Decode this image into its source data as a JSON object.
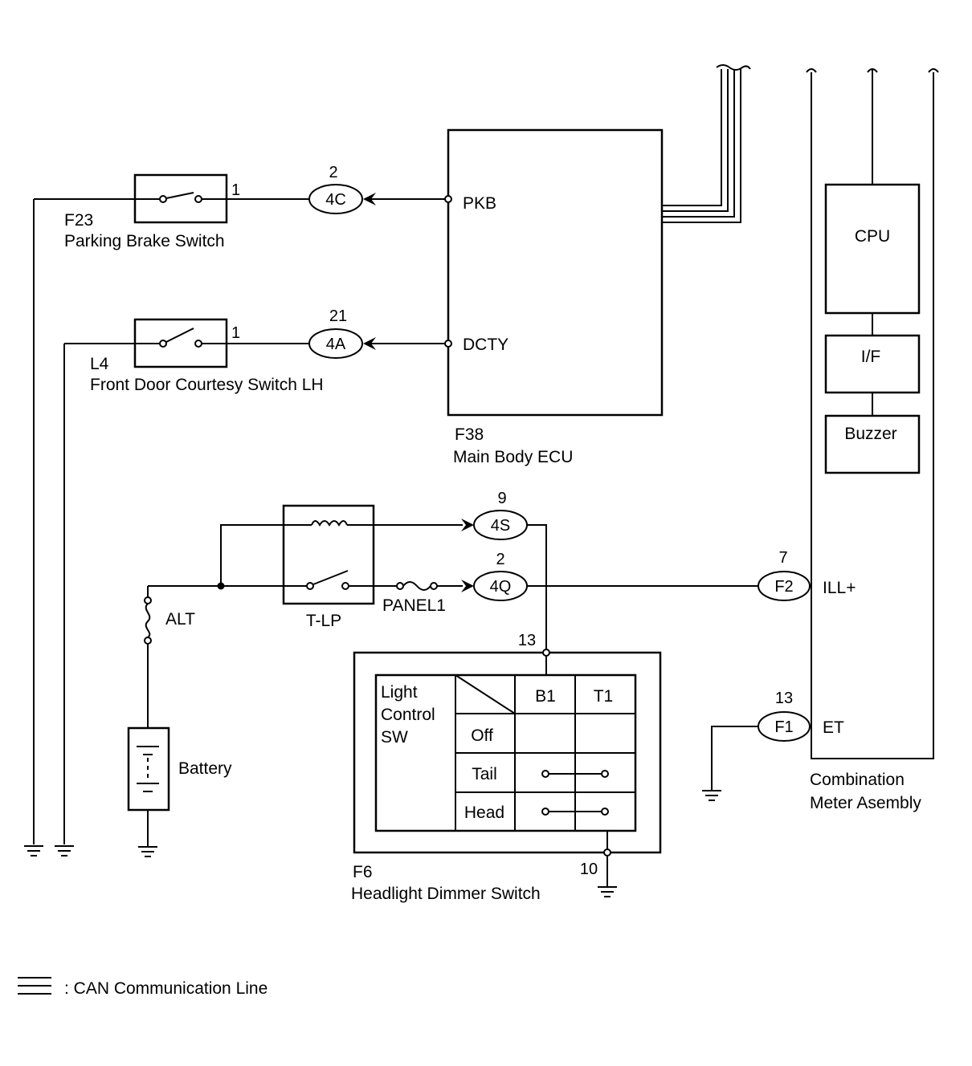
{
  "ecu": {
    "code": "F38",
    "name": "Main Body ECU",
    "pin_pkb": "PKB",
    "pin_dcty": "DCTY"
  },
  "parking_brake": {
    "code": "F23",
    "name": "Parking Brake Switch",
    "pin": "1",
    "conn_pin": "2",
    "conn": "4C"
  },
  "door_switch": {
    "code": "L4",
    "name": "Front Door Courtesy Switch LH",
    "pin": "1",
    "conn_pin": "21",
    "conn": "4A"
  },
  "meter": {
    "line1": "Combination",
    "line2": "Meter Asembly",
    "cpu": "CPU",
    "if": "I/F",
    "buzzer": "Buzzer",
    "ill_label": "ILL+",
    "ill_conn": "F2",
    "ill_pin": "7",
    "et_label": "ET",
    "et_conn": "F1",
    "et_pin": "13"
  },
  "relay": {
    "name": "T-LP"
  },
  "fuses": {
    "alt": "ALT",
    "panel": "PANEL1"
  },
  "battery": {
    "label": "Battery"
  },
  "conn_4s": {
    "pin": "9",
    "conn": "4S"
  },
  "conn_4q": {
    "pin": "2",
    "conn": "4Q"
  },
  "dimmer": {
    "code": "F6",
    "name": "Headlight Dimmer Switch",
    "top_pin": "13",
    "bottom_pin": "10",
    "table": {
      "title_lines": [
        "Light",
        "Control",
        "SW"
      ],
      "columns": [
        "B1",
        "T1"
      ],
      "rows": [
        "Off",
        "Tail",
        "Head"
      ]
    }
  },
  "legend": {
    "text": ": CAN Communication Line"
  }
}
